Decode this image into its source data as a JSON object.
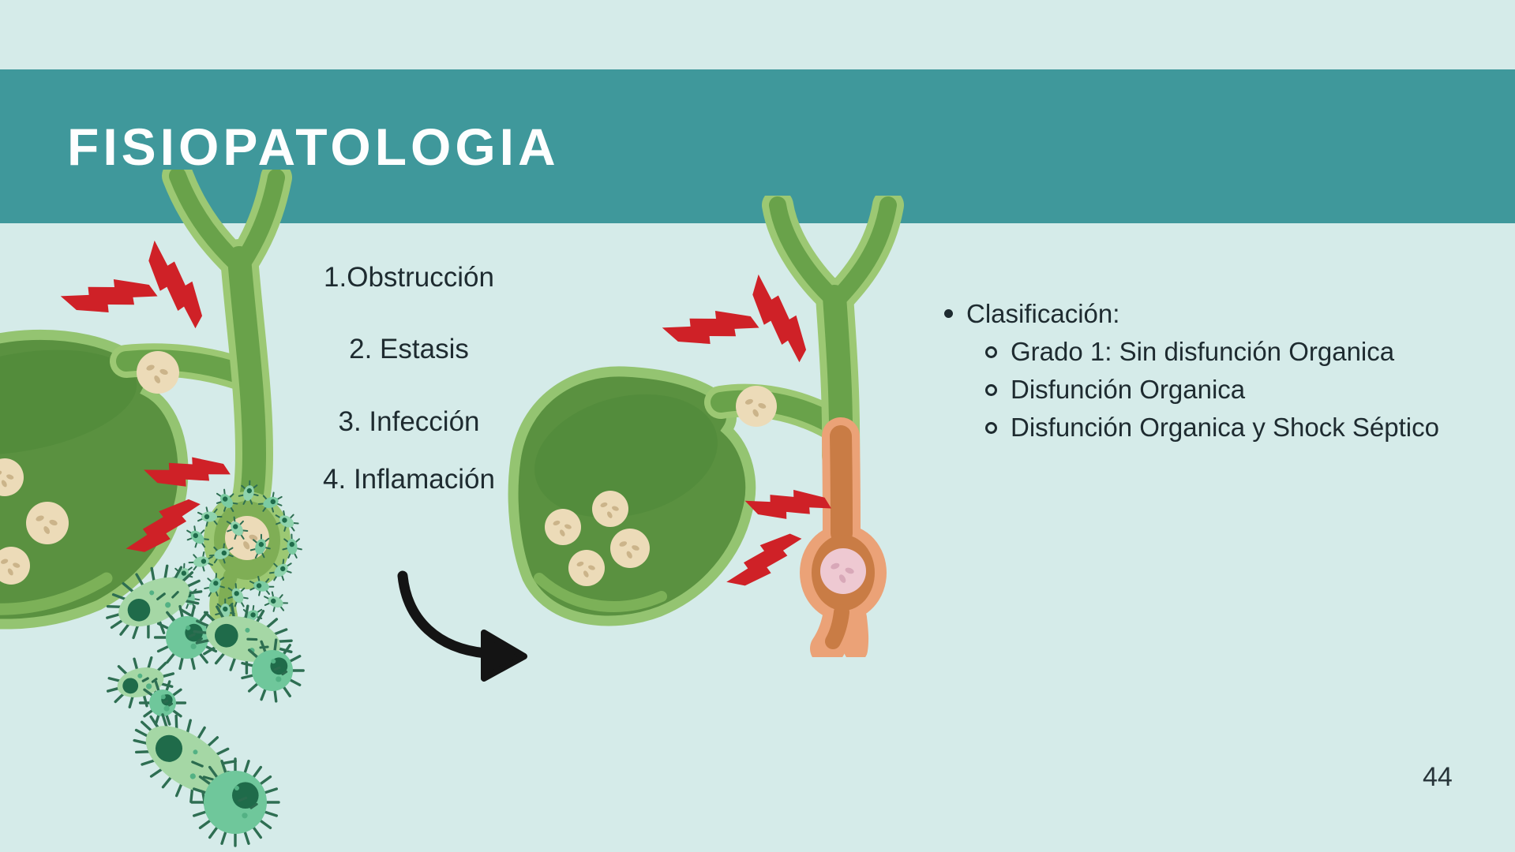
{
  "slide": {
    "title": "FISIOPATOLOGIA",
    "process_steps": [
      "1.Obstrucción",
      "2. Estasis",
      "3. Infección",
      "4. Inflamación"
    ],
    "classification": {
      "heading": "Clasificación:",
      "items": [
        "Grado 1: Sin disfunción Organica",
        "Disfunción Organica",
        "Disfunción Organica y Shock Séptico"
      ]
    },
    "page_number": "44",
    "icons": {
      "pain-bolt-icon": "⚡",
      "bacteria-icon": "🦠",
      "gallstone-icon": "●",
      "curved-arrow-icon": "➥",
      "bullet-dot-icon": "•",
      "bullet-circle-icon": "◦"
    },
    "colors": {
      "band_teal": "#3f989b",
      "background": "#d5ebe9",
      "text": "#1e2b30",
      "title_text": "#fdfefe",
      "pain_red": "#cf2127",
      "gallbladder_green": "#5a9140",
      "gallbladder_outline": "#94c471",
      "duct_inner_green": "#69a24a",
      "stone_beige": "#ecdbb8",
      "inflamed_salmon": "#eba277",
      "inflamed_inner": "#c97c45",
      "stone_pink": "#eec9d2",
      "bacteria_light": "#a5d7a5",
      "bacteria_teal": "#6fc79b",
      "bacteria_dark": "#1f6b4a",
      "arrow_black": "#141414"
    }
  }
}
